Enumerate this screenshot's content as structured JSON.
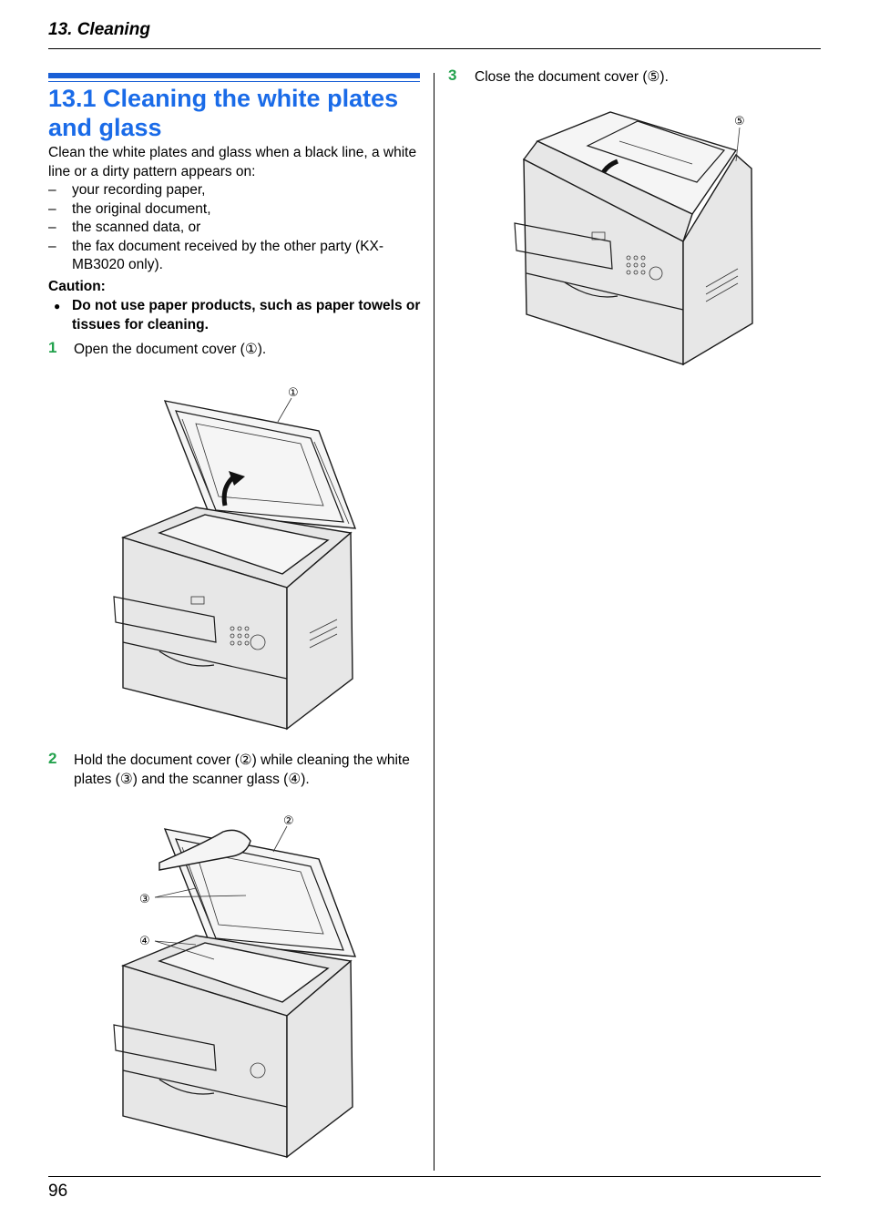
{
  "header": {
    "chapter": "13. Cleaning"
  },
  "section": {
    "title": "13.1 Cleaning the white plates and glass"
  },
  "intro": "Clean the white plates and glass when a black line, a white line or a dirty pattern appears on:",
  "conditions": [
    "your recording paper,",
    "the original document,",
    "the scanned data, or",
    "the fax document received by the other party (KX-MB3020 only)."
  ],
  "dash": "–",
  "caution": {
    "label": "Caution:",
    "items": [
      "Do not use paper products, such as paper towels or tissues for cleaning."
    ]
  },
  "steps": [
    {
      "number": "1",
      "text": "Open the document cover (①)."
    },
    {
      "number": "2",
      "text": "Hold the document cover (②) while cleaning the white plates (③) and the scanner glass (④)."
    },
    {
      "number": "3",
      "text": "Close the document cover (⑤)."
    }
  ],
  "callouts": {
    "c1": "①",
    "c2": "②",
    "c3": "③",
    "c4": "④",
    "c5": "⑤"
  },
  "footer": {
    "page_number": "96"
  }
}
